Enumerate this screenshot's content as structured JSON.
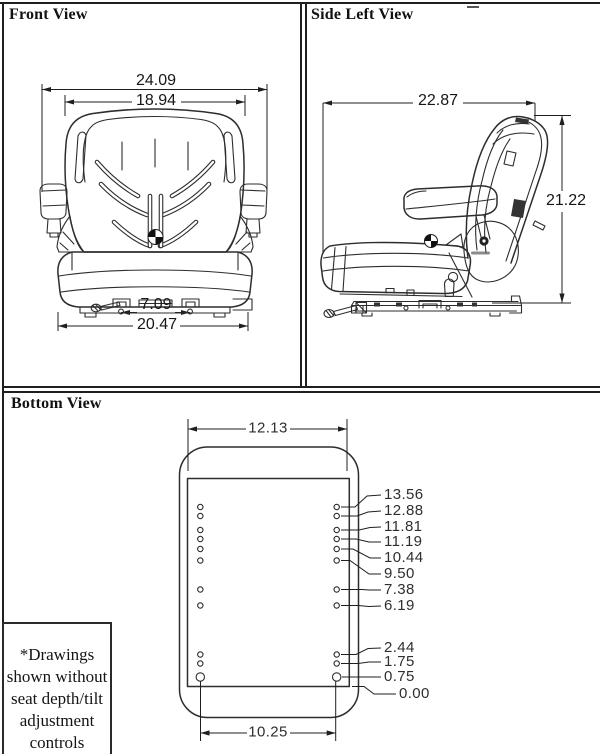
{
  "front_view": {
    "title": "Front View",
    "dim_overall_width": "24.09",
    "dim_backrest_width": "18.94",
    "dim_mount_spacing": "7.09",
    "dim_base_width": "20.47"
  },
  "side_left_view": {
    "title": "Side Left View",
    "dim_depth": "22.87",
    "dim_height": "21.22"
  },
  "bottom_view": {
    "title": "Bottom View",
    "dim_plate_width": "12.13",
    "dim_mount_width": "10.25",
    "hole_callouts": [
      "13.56",
      "12.88",
      "11.81",
      "11.19",
      "10.44",
      "9.50",
      "7.38",
      "6.19",
      "2.44",
      "1.75",
      "0.75",
      "0.00"
    ]
  },
  "footnote": {
    "line1": "*Drawings",
    "line2": "shown without",
    "line3": "seat depth/tilt",
    "line4": "adjustment",
    "line5": "controls"
  }
}
